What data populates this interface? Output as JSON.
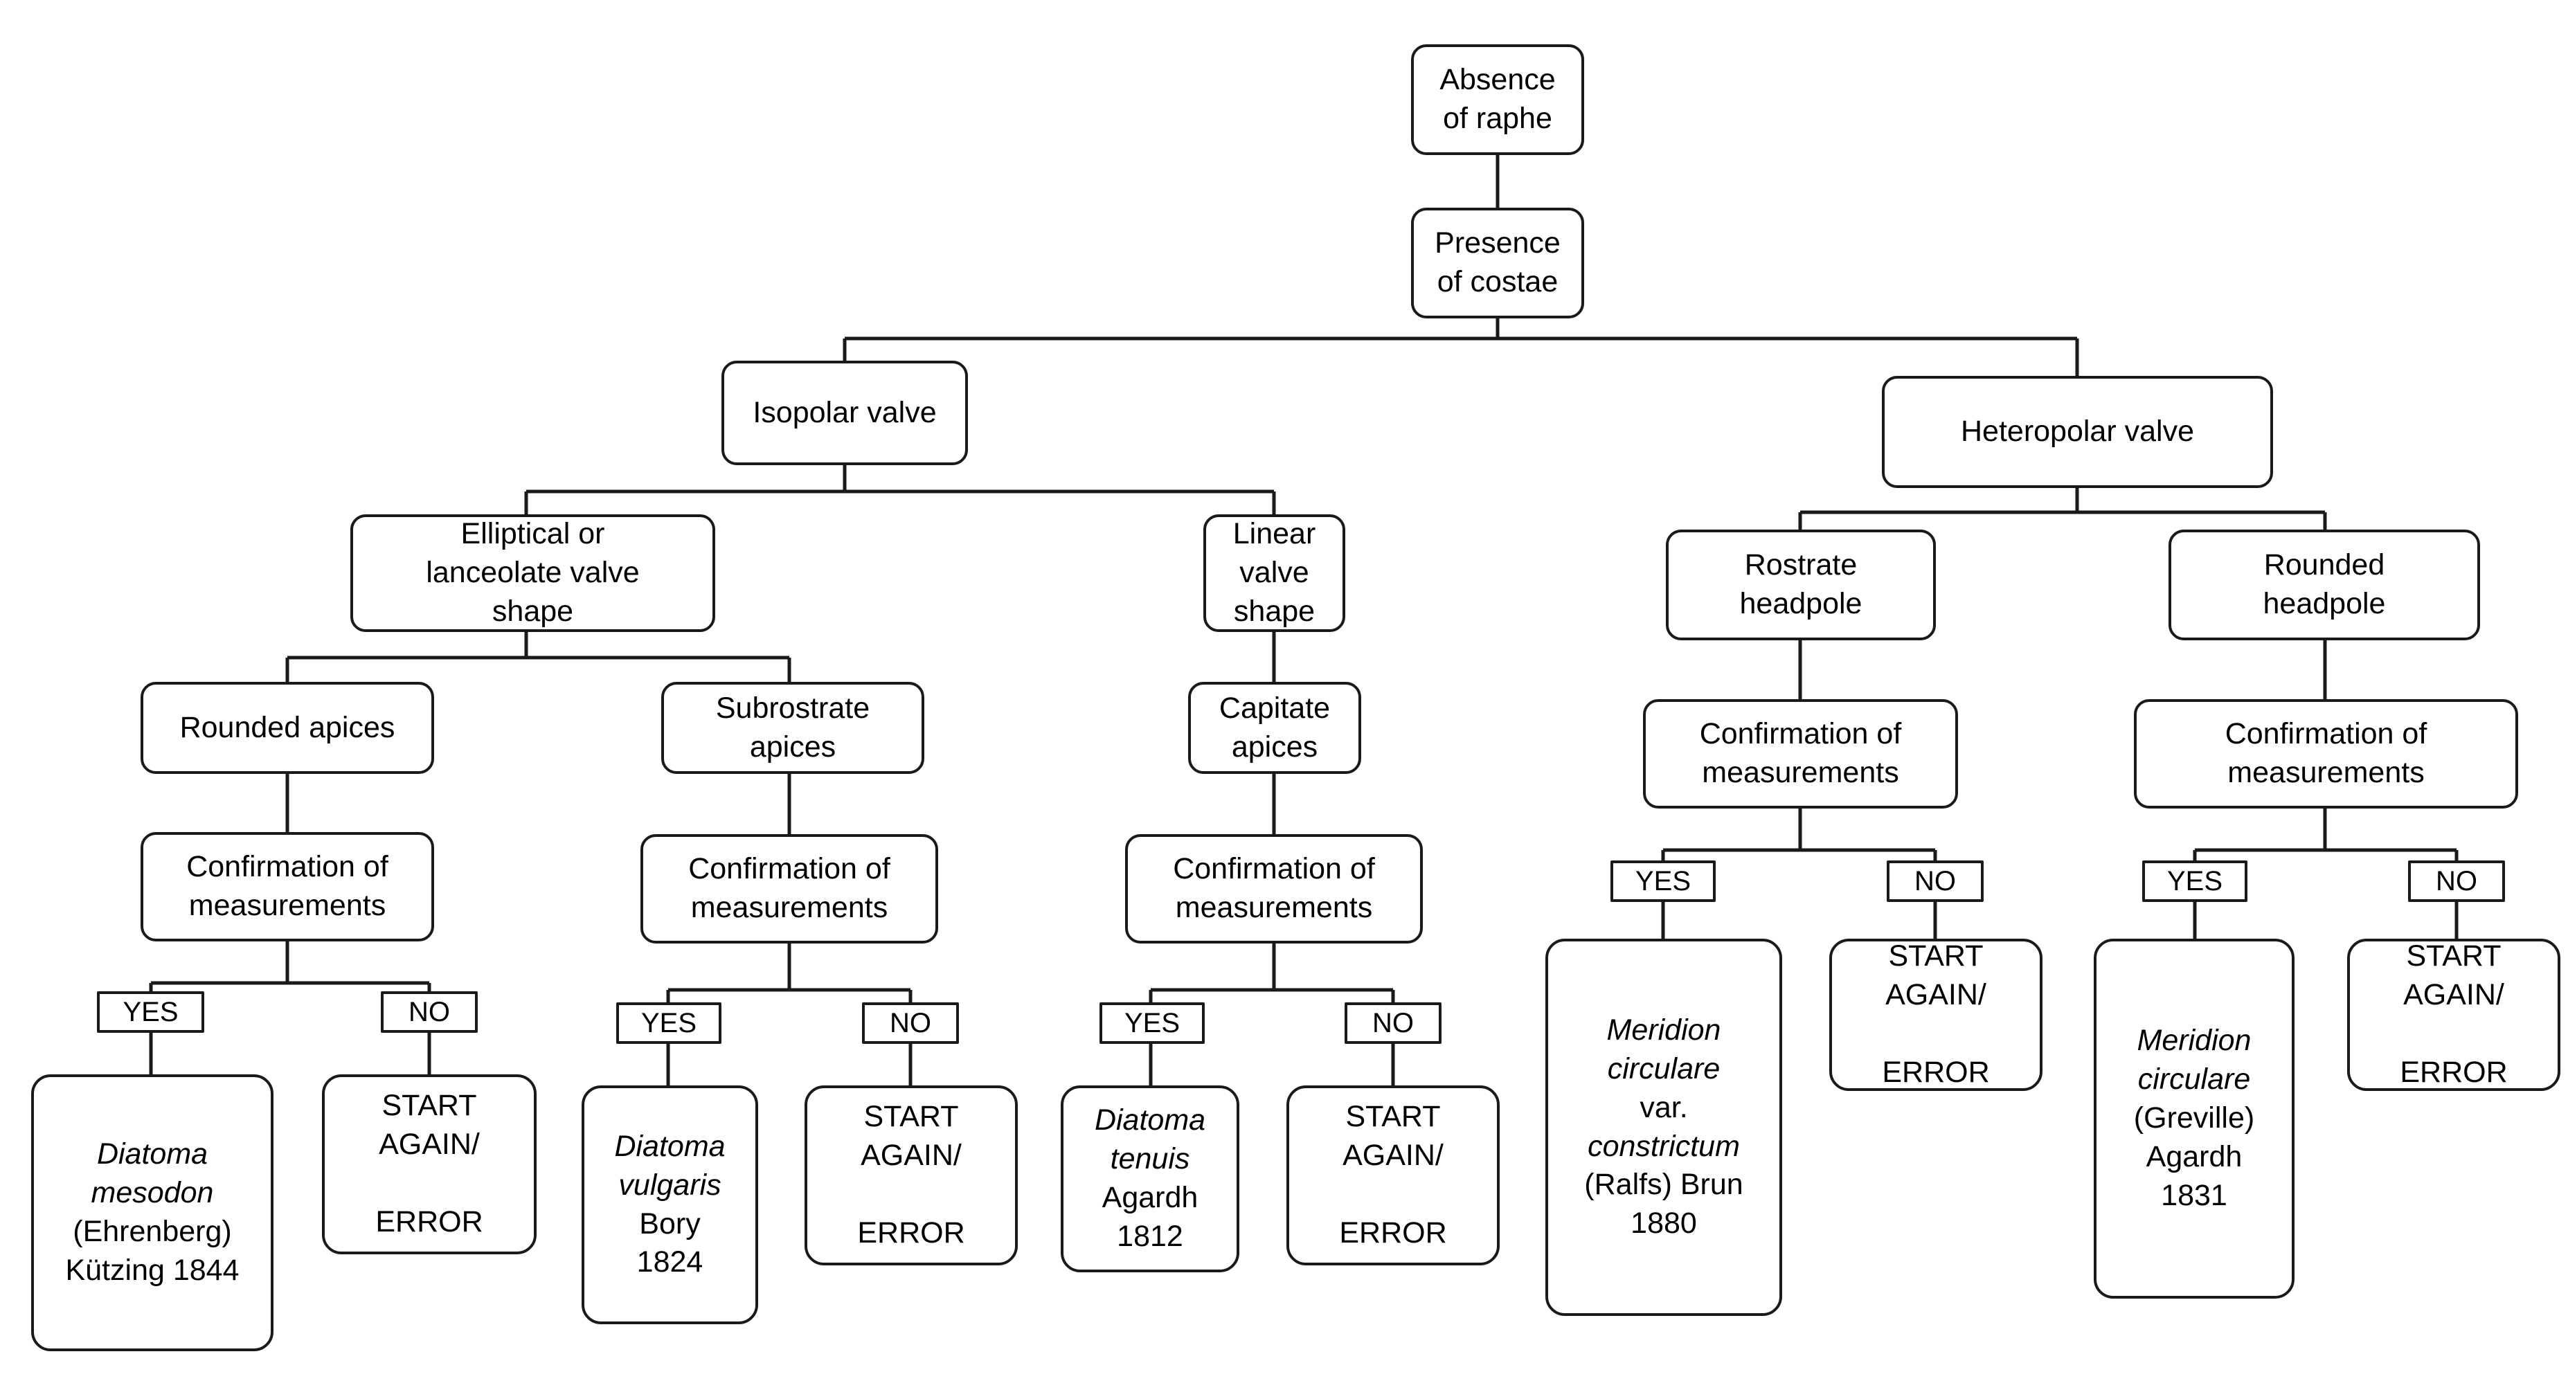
{
  "diagram": {
    "title": "Diatom identification decision tree",
    "theme": {
      "line_color": "#1a1a1a",
      "background": "#ffffff",
      "text_color": "#000000"
    }
  },
  "nodes": {
    "root": {
      "label": "Absence\nof raphe"
    },
    "costae": {
      "label": "Presence\nof costae"
    },
    "isopolar": {
      "label": "Isopolar valve"
    },
    "heteropolar": {
      "label": "Heteropolar valve"
    },
    "elliptical": {
      "label": "Elliptical or\nlanceolate  valve\nshape"
    },
    "linear": {
      "label": "Linear\nvalve\nshape"
    },
    "rostrate": {
      "label": "Rostrate\nheadpole"
    },
    "rounded_head": {
      "label": "Rounded\nheadpole"
    },
    "rounded_apices": {
      "label": "Rounded  apices"
    },
    "subrostrate": {
      "label": "Subrostrate\napices"
    },
    "capitate": {
      "label": "Capitate\napices"
    },
    "confirm_1": {
      "label": "Confirmation of\nmeasurements"
    },
    "confirm_2": {
      "label": "Confirmation of\nmeasurements"
    },
    "confirm_3": {
      "label": "Confirmation of\nmeasurements"
    },
    "confirm_4": {
      "label": "Confirmation of\nmeasurements"
    },
    "confirm_5": {
      "label": "Confirmation of\nmeasurements"
    }
  },
  "tags": {
    "yes_1": {
      "label": "YES"
    },
    "no_1": {
      "label": "NO"
    },
    "yes_2": {
      "label": "YES"
    },
    "no_2": {
      "label": "NO"
    },
    "yes_3": {
      "label": "YES"
    },
    "no_3": {
      "label": "NO"
    },
    "yes_4": {
      "label": "YES"
    },
    "no_4": {
      "label": "NO"
    },
    "yes_5": {
      "label": "YES"
    },
    "no_5": {
      "label": "NO"
    }
  },
  "terminals": {
    "species_1": {
      "italic": "Diatoma\nmesodon",
      "plain": "(Ehrenberg)\nKützing 1844"
    },
    "error_1": {
      "label": "START\nAGAIN/\n\nERROR"
    },
    "species_2": {
      "italic": "Diatoma\nvulgaris",
      "plain": "Bory\n1824"
    },
    "error_2": {
      "label": "START\nAGAIN/\n\nERROR"
    },
    "species_3": {
      "italic": "Diatoma\ntenuis",
      "plain": "Agardh\n1812"
    },
    "error_3": {
      "label": "START\nAGAIN/\n\nERROR"
    },
    "species_4": {
      "italic": "Meridion\ncirculare",
      "plain_mid": "var.",
      "italic_2": "constrictum",
      "plain": "(Ralfs) Brun\n1880"
    },
    "error_4": {
      "label": "START\nAGAIN/\n\nERROR"
    },
    "species_5": {
      "italic": "Meridion\ncirculare",
      "plain": "(Greville)\nAgardh\n1831"
    },
    "error_5": {
      "label": "START\nAGAIN/\n\nERROR"
    }
  }
}
